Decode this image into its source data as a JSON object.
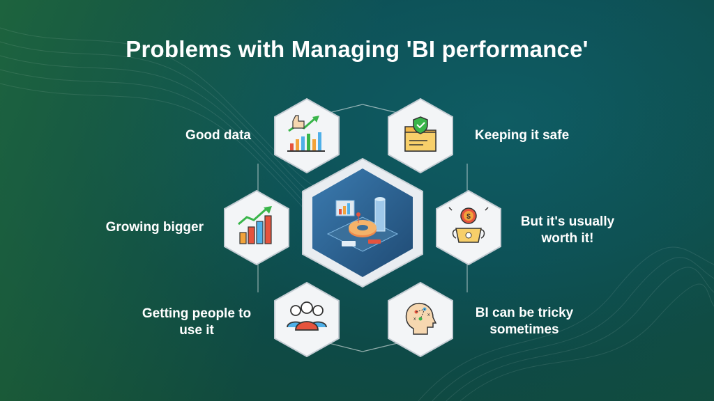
{
  "title": "Problems with Managing 'BI performance'",
  "items": [
    {
      "label": "Good data",
      "icon": "thumbs-up-growth-chart-icon"
    },
    {
      "label": "Keeping it safe",
      "icon": "secure-folder-icon"
    },
    {
      "label": "Growing bigger",
      "icon": "rising-bar-chart-icon"
    },
    {
      "label": "But it's usually worth it!",
      "line1": "But it's usually",
      "line2": "worth it!",
      "icon": "trophy-cost-gear-icon"
    },
    {
      "label": "Getting people to use it",
      "line1": "Getting people to",
      "line2": "use it",
      "icon": "user-group-icon"
    },
    {
      "label": "BI can be tricky sometimes",
      "line1": "BI can be tricky",
      "line2": "sometimes",
      "icon": "head-strategy-icon"
    }
  ],
  "center_icon": "isometric-bi-dashboard-icon",
  "colors": {
    "bg_teal": "#0d5258",
    "bg_green": "#1b6b3a",
    "hex_border": "#d8dde2",
    "center_blue": "#2b5d86"
  }
}
